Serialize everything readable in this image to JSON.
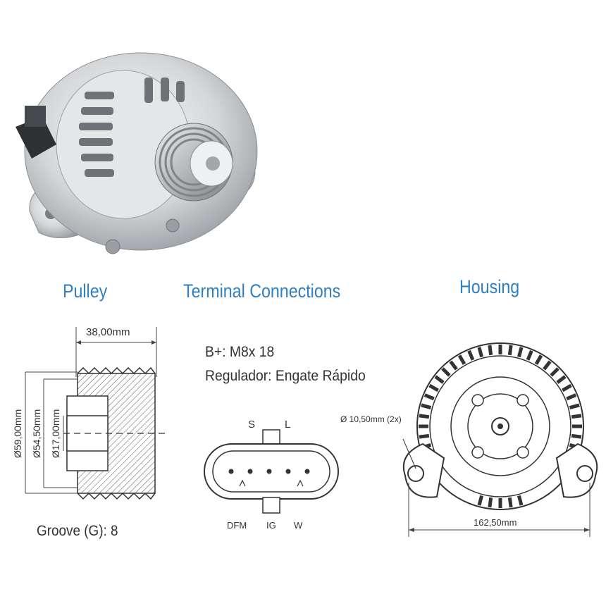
{
  "headings": {
    "pulley": "Pulley",
    "terminal": "Terminal Connections",
    "housing": "Housing"
  },
  "pulley": {
    "width": "38,00mm",
    "diameter_outer": "Ø59,00mm",
    "diameter_mid": "Ø54,50mm",
    "diameter_bore": "Ø17,00mm",
    "groove": "Groove (G): 8"
  },
  "terminal": {
    "bplus": "B+: M8x 18",
    "regulator": "Regulador: Engate Rápido",
    "pin_top_left": "S",
    "pin_top_right": "L",
    "pin_bottom_1": "DFM",
    "pin_bottom_2": "IG",
    "pin_bottom_3": "W"
  },
  "housing": {
    "hole": "Ø 10,50mm (2x)",
    "span": "162,50mm"
  },
  "colors": {
    "heading": "#2f7fc1",
    "ink": "#333333"
  }
}
